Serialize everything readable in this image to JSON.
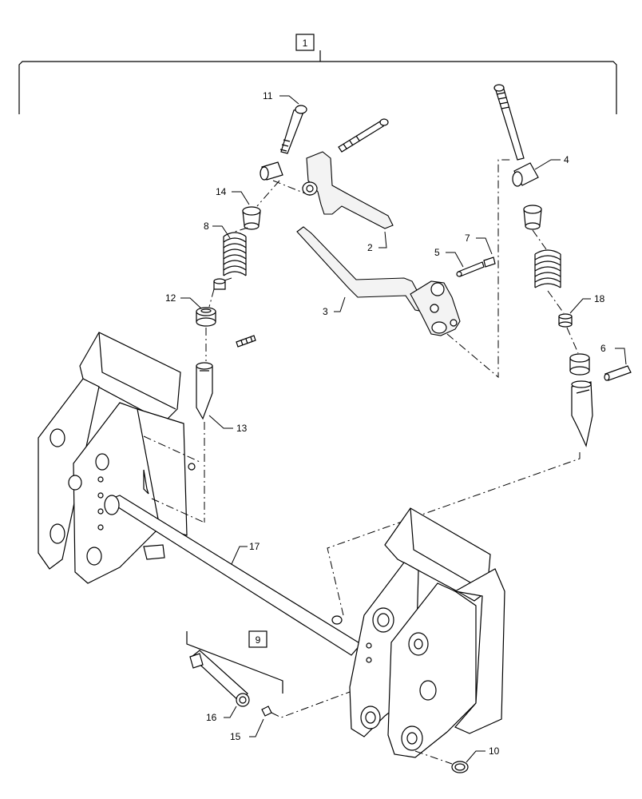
{
  "diagram": {
    "group_labels": {
      "assembly": "1",
      "kit": "9"
    },
    "callouts": {
      "c2": "2",
      "c3": "3",
      "c4": "4",
      "c5": "5",
      "c6": "6",
      "c7": "7",
      "c8": "8",
      "c10": "10",
      "c11": "11",
      "c12": "12",
      "c13": "13",
      "c14": "14",
      "c15": "15",
      "c16": "16",
      "c17": "17",
      "c18": "18"
    }
  }
}
